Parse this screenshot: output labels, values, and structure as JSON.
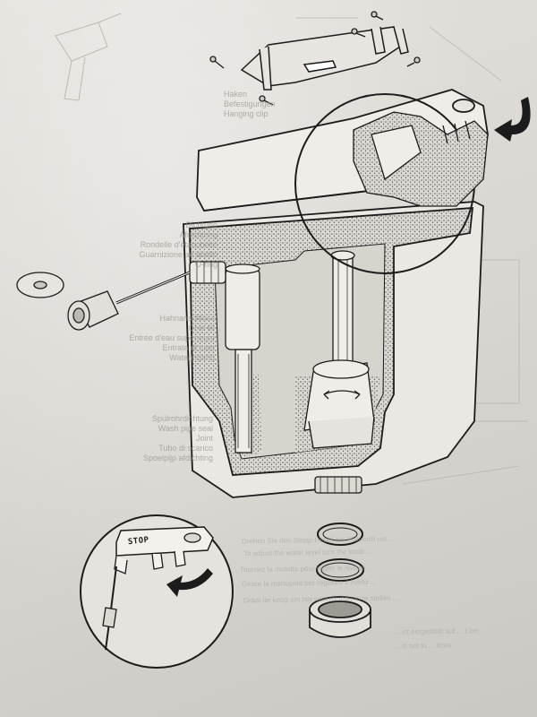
{
  "labels": {
    "bracket_caption": [
      "Haken",
      "Befestigungen",
      "Hanging clip"
    ],
    "block_left_1": [
      "Dichtung",
      "Afdichtring",
      "Rondelle d'étanchéité",
      "Guarnizione ad anello",
      "O-ring"
    ],
    "block_left_2": [
      "Hahnanschluss",
      "Cold fill",
      "Entrée d'eau supérieure",
      "Entrata di tubo",
      "Wateringang"
    ],
    "block_left_3": [
      "Spülrohrdichtung",
      "Wash pipe seal",
      "Joint",
      "Tubo di scarico",
      "Spoelpijp afdichting"
    ],
    "stop_tag": "STOP",
    "ghost_lines": [
      "Drehen Sie den Stopp-Hebel am Füllventil um ...",
      "To adjust the water level turn the knob ...",
      "Tournez la molette pour régler le niveau ...",
      "Girare la manopola per regolare il livello ...",
      "Draai de knop om het waterniveau in te stellen ...",
      "... ist eingestellt auf ... Liter",
      "... is set to ... litres"
    ]
  },
  "colors": {
    "ink": "#1c1c1c",
    "paper": "#dedbd6",
    "speckle": "#6a6a6a",
    "faint": "#9a9792"
  },
  "icons": {
    "arrow_top": "curved-arrow-icon",
    "arrow_inset": "curved-arrow-icon",
    "arrow_valve": "rotate-arrow-icon",
    "drill": "drill-icon",
    "screws": "screw-icon"
  }
}
